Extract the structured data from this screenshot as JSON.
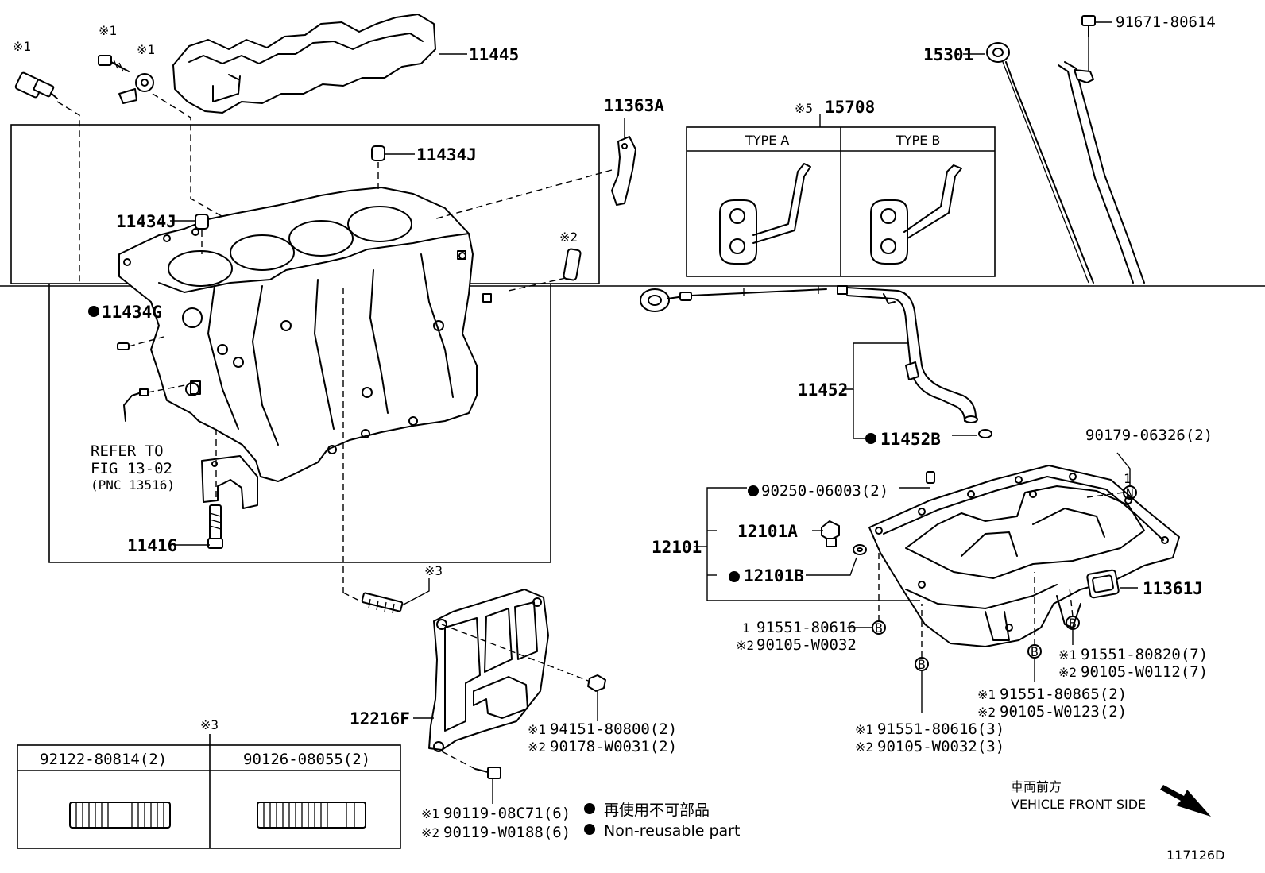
{
  "diagram_code": "117126D",
  "legend": {
    "nonreusable_jp": "再使用不可部品",
    "nonreusable_en": "Non-reusable part"
  },
  "vehicle_front": {
    "jp": "車両前方",
    "en": "VEHICLE FRONT SIDE"
  },
  "refer": {
    "line1": "REFER TO",
    "line2": "FIG 13-02",
    "line3": "(PNC 13516)"
  },
  "labels": {
    "p11445": "11445",
    "p11363a": "11363A",
    "p11434j_top": "11434J",
    "p11434j_left": "11434J",
    "p11434g": "11434G",
    "p11416": "11416",
    "p15708": "15708",
    "type_a": "TYPE A",
    "type_b": "TYPE B",
    "p15301": "15301",
    "p91671": "91671-80614",
    "p11452": "11452",
    "p11452b": "11452B",
    "p90179": "90179-06326(2)",
    "p90250": "90250-06003(2)",
    "p12101": "12101",
    "p12101a": "12101A",
    "p12101b": "12101B",
    "p11361j": "11361J",
    "p12216f": "12216F",
    "p92122": "92122-80814(2)",
    "p90126": "90126-08055(2)",
    "b91551_80616": "91551-80616",
    "b90105_w0032": "90105-W0032",
    "b91551_80820": "91551-80820(7)",
    "b90105_w0112": "90105-W0112(7)",
    "b91551_80865": "91551-80865(2)",
    "b90105_w0123": "90105-W0123(2)",
    "b91551_80616_3": "91551-80616(3)",
    "b90105_w0032_3": "90105-W0032(3)",
    "b94151": "94151-80800(2)",
    "b90178": "90178-W0031(2)",
    "b90119_08c71": "90119-08C71(6)",
    "b90119_w0188": "90119-W0188(6)"
  },
  "marks": {
    "ref1": "※1",
    "ref2": "※2",
    "ref3": "※3",
    "ref5": "※5",
    "one": "1",
    "bolt_b": "B",
    "nut_n": "N"
  }
}
